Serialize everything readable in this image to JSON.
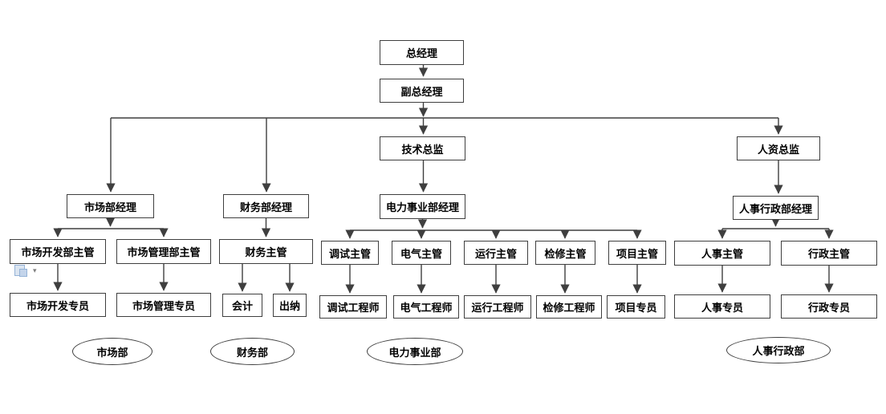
{
  "page": {
    "background": "#ffffff"
  },
  "org_chart": {
    "line_color": "#3f3f3f",
    "box_border_color": "#3f3f3f",
    "text_color": "#000000",
    "nodes": {
      "general_manager": {
        "label": "总经理"
      },
      "deputy_general_manager": {
        "label": "副总经理"
      },
      "technical_director": {
        "label": "技术总监"
      },
      "hr_director": {
        "label": "人资总监"
      },
      "marketing_dept_manager": {
        "label": "市场部经理"
      },
      "finance_dept_manager": {
        "label": "财务部经理"
      },
      "power_division_manager": {
        "label": "电力事业部经理"
      },
      "hr_admin_dept_manager": {
        "label": "人事行政部经理"
      },
      "market_dev_supervisor": {
        "label": "市场开发部主管"
      },
      "market_mgmt_supervisor": {
        "label": "市场管理部主管"
      },
      "finance_supervisor": {
        "label": "财务主管"
      },
      "commissioning_supervisor": {
        "label": "调试主管"
      },
      "electrical_supervisor": {
        "label": "电气主管"
      },
      "operation_supervisor": {
        "label": "运行主管"
      },
      "maintenance_supervisor": {
        "label": "检修主管"
      },
      "project_supervisor": {
        "label": "项目主管"
      },
      "hr_supervisor": {
        "label": "人事主管"
      },
      "admin_supervisor": {
        "label": "行政主管"
      },
      "market_dev_specialist": {
        "label": "市场开发专员"
      },
      "market_mgmt_specialist": {
        "label": "市场管理专员"
      },
      "accountant": {
        "label": "会计"
      },
      "cashier": {
        "label": "出纳"
      },
      "commissioning_engineer": {
        "label": "调试工程师"
      },
      "electrical_engineer": {
        "label": "电气工程师"
      },
      "operation_engineer": {
        "label": "运行工程师"
      },
      "maintenance_engineer": {
        "label": "检修工程师"
      },
      "project_specialist": {
        "label": "项目专员"
      },
      "hr_specialist": {
        "label": "人事专员"
      },
      "admin_specialist": {
        "label": "行政专员"
      }
    },
    "departments": {
      "marketing": {
        "label": "市场部"
      },
      "finance": {
        "label": "财务部"
      },
      "power": {
        "label": "电力事业部"
      },
      "hr_admin": {
        "label": "人事行政部"
      }
    }
  },
  "paste_options": {
    "icon": "clipboard-paste-icon",
    "dropdown_glyph": "▾",
    "icon_fill": "#dbe5f1",
    "icon_accent": "#c3d4ea",
    "icon_border": "#95b3d7"
  }
}
